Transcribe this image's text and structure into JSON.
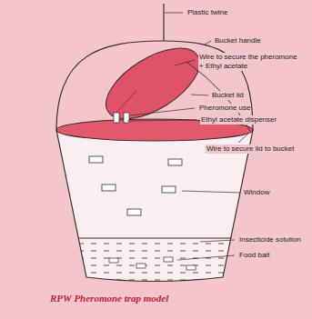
{
  "diagram": {
    "caption": "RPW Pheromone trap model",
    "labels": [
      "Plastic twine",
      "Bucket handle",
      "Wire to secure the pheromone + Ethyl acetate",
      "Bucket lid",
      "Pheromone use",
      "Ethyl acetate dispenser",
      "Wire to secure lid to bucket",
      "Window",
      "Insecticide solution",
      "Food bait"
    ]
  }
}
